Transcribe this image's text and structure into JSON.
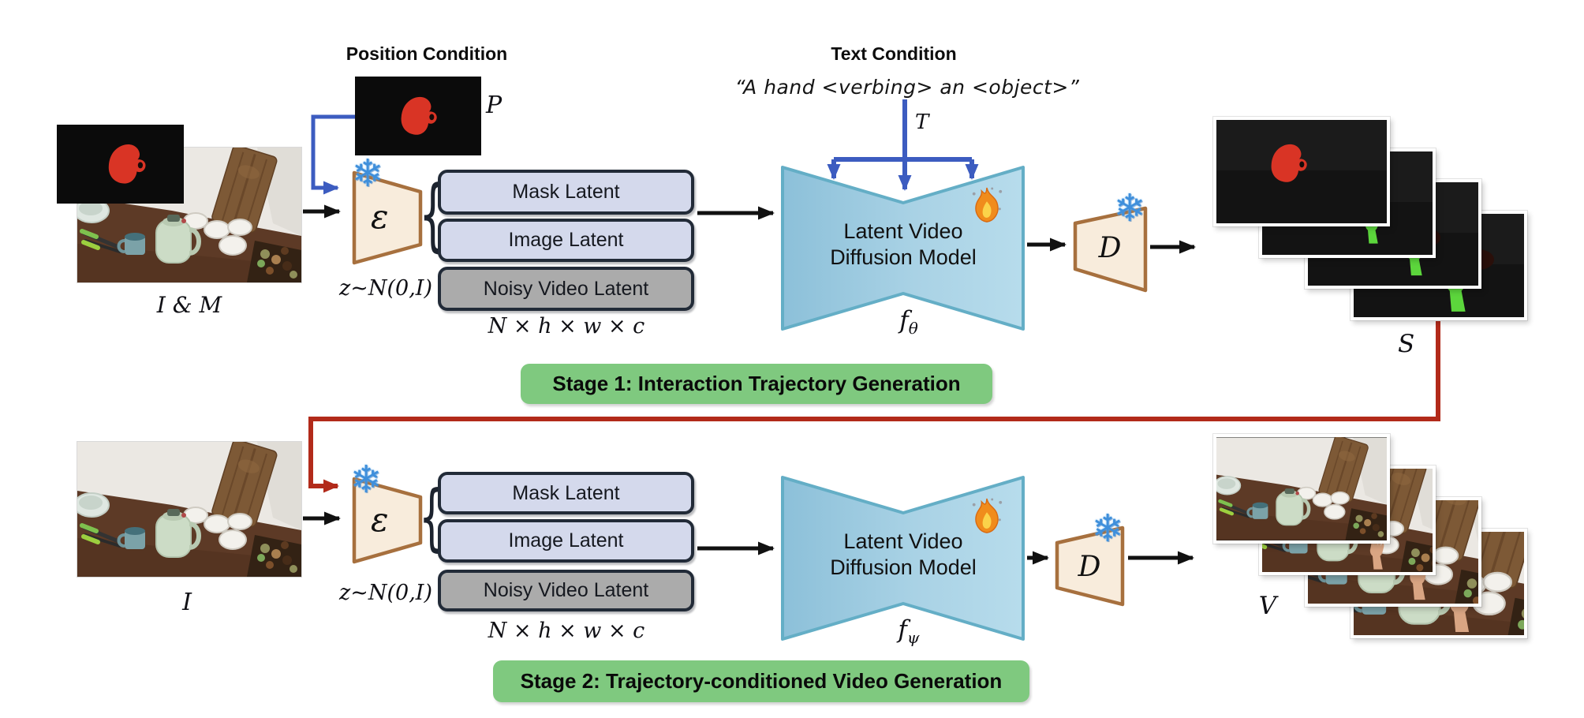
{
  "s1": {
    "position_title": "Position Condition",
    "p_label": "P",
    "input_label": "I & M",
    "text_title": "Text Condition",
    "prompt": "“A hand <verbing> an <object>”",
    "t_label": "T",
    "encoder": "ε",
    "decoder": "D",
    "noise": "z~N(0,I)",
    "latents": [
      "Mask Latent",
      "Image Latent",
      "Noisy Video Latent"
    ],
    "dims": "N × h × w × c",
    "model_line1": "Latent Video",
    "model_line2": "Diffusion Model",
    "fn": "f",
    "fn_sub": "θ",
    "s_label": "S",
    "banner": "Stage 1: Interaction Trajectory Generation"
  },
  "s2": {
    "input_label": "I",
    "encoder": "ε",
    "decoder": "D",
    "noise": "z~N(0,I)",
    "latents": [
      "Mask Latent",
      "Image Latent",
      "Noisy Video Latent"
    ],
    "dims": "N × h × w × c",
    "model_line1": "Latent Video",
    "model_line2": "Diffusion Model",
    "fn": "f",
    "fn_sub": "ψ",
    "v_label": "V",
    "banner": "Stage 2: Trajectory-conditioned Video Generation"
  },
  "glyphs": {
    "brace": "{",
    "snowflake": "❄"
  },
  "colors": {
    "arrow_blue": "#3c5cc0",
    "arrow_red": "#b22a1a",
    "arrow_black": "#111111",
    "banner_green": "#7fc97f",
    "latent_fill": "#d4d9ec",
    "noisy_fill": "#ababab",
    "box_border": "#222b38",
    "model_fill": "#9fcbe0",
    "model_border": "#64aec6",
    "codec_fill": "#f8ecdc",
    "codec_border": "#a7703e",
    "mask_red": "#d93425",
    "hand_green": "#5cd63c"
  }
}
